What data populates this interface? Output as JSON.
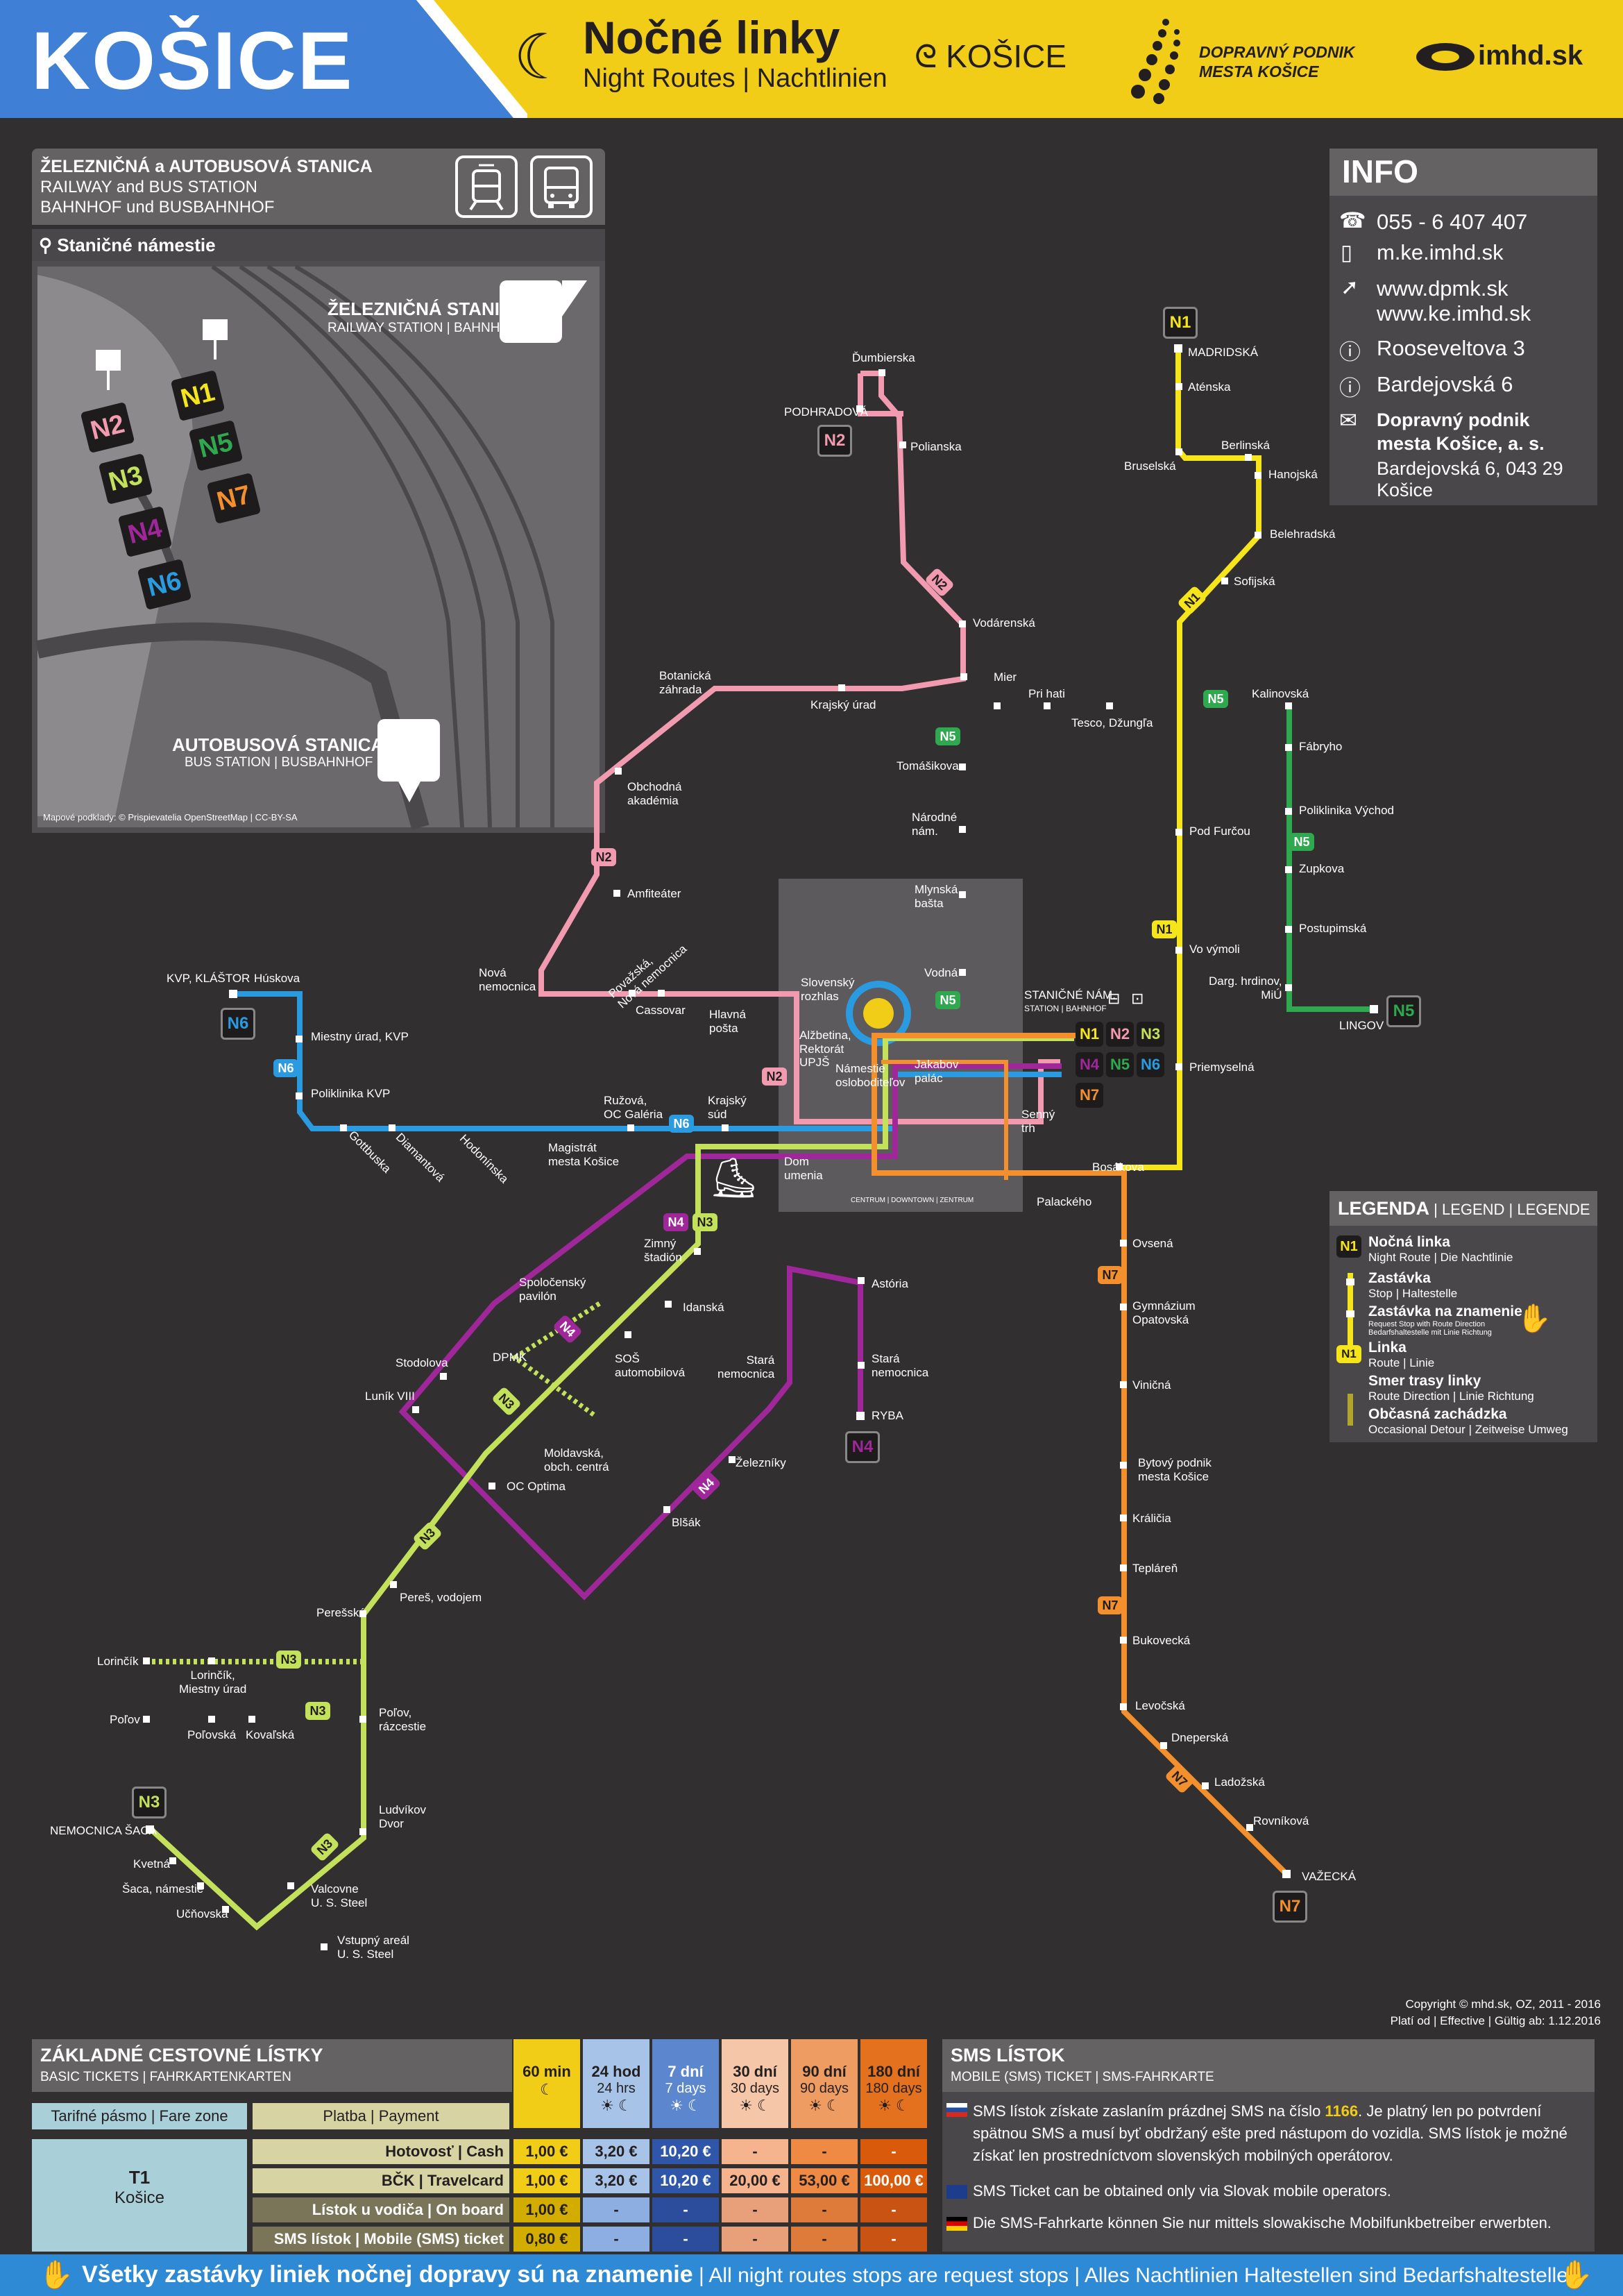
{
  "header": {
    "city": "KOŠICE",
    "title": "Nočné linky",
    "subtitle": "Night Routes | Nachtlinien",
    "logo_kosice": "KOŠICE",
    "logo_dp_line1": "DOPRAVNÝ PODNIK",
    "logo_dp_line2": "MESTA KOŠICE",
    "logo_imhd": "imhd.sk"
  },
  "station_box": {
    "title_sk": "ŽELEZNIČNÁ a AUTOBUSOVÁ STANICA",
    "title_en": "RAILWAY and BUS STATION",
    "title_de": "BAHNHOF und BUSBAHNHOF",
    "square": "Staničné námestie",
    "rail_name": "ŽELEZNIČNÁ STANICA",
    "rail_sub": "RAILWAY STATION | BAHNHOF",
    "bus_name": "AUTOBUSOVÁ STANICA",
    "bus_sub": "BUS STATION | BUSBAHNHOF",
    "credits": "Mapové podklady: © Prispievatelia OpenStreetMap | CC-BY-SA"
  },
  "info": {
    "title": "INFO",
    "phone": "055 - 6 407 407",
    "mobile": "m.ke.imhd.sk",
    "web1": "www.dpmk.sk",
    "web2": "www.ke.imhd.sk",
    "addr1": "Rooseveltova 3",
    "addr2": "Bardejovská 6",
    "company1": "Dopravný podnik",
    "company2": "mesta Košice, a. s.",
    "company3": "Bardejovská 6, 043 29 Košice"
  },
  "lines": {
    "N1": {
      "label": "N1",
      "color": "#f6e51b"
    },
    "N2": {
      "label": "N2",
      "color": "#f29bb0"
    },
    "N3": {
      "label": "N3",
      "color": "#c3e15b"
    },
    "N4": {
      "label": "N4",
      "color": "#a0279a"
    },
    "N5": {
      "label": "N5",
      "color": "#2fa84f"
    },
    "N6": {
      "label": "N6",
      "color": "#2a9be0"
    },
    "N7": {
      "label": "N7",
      "color": "#f3902d"
    }
  },
  "centrum": {
    "label": "CENTRUM | DOWNTOWN | ZENTRUM",
    "hub": "STANIČNÉ NÁM.",
    "hub_sub": "STATION | BAHNHOF"
  },
  "stops": {
    "madridska": "MADRIDSKÁ",
    "atenska": "Aténska",
    "bruselska": "Bruselská",
    "berlinska": "Berlinská",
    "hanojska": "Hanojská",
    "belehradska": "Belehradská",
    "sofijska": "Sofijská",
    "pod_furcou": "Pod Furčou",
    "vo_vymoli": "Vo výmoli",
    "priemyselna": "Priemyselná",
    "bosakova": "Bosákova",
    "palackeho": "Palackého",
    "dumbierska": "Ďumbierska",
    "podhradova": "PODHRADOVÁ",
    "polianska": "Polianska",
    "vodarenska": "Vodárenská",
    "mier": "Mier",
    "krajsky_urad": "Krajský úrad",
    "botanicka": "Botanická\nzáhrada",
    "obchodna": "Obchodná\nakadémia",
    "amfiteater": "Amfiteáter",
    "nova_nem": "Nová\nnemocnica",
    "povazska": "Považská,\nNová nemocnica",
    "cassovar": "Cassovar",
    "hlavna_posta": "Hlavná\npošta",
    "prihati": "Pri hati",
    "tesco": "Tesco, Džungľa",
    "kalinovska": "Kalinovská",
    "fabryho": "Fábryho",
    "poliklinika_vychod": "Poliklinika Východ",
    "zupkova": "Zupkova",
    "postupimska": "Postupimská",
    "darg": "Darg. hrdinov,\nMiÚ",
    "lingov": "LINGOV",
    "tomasikova": "Tomášikova",
    "narodne_nam": "Národné\nnám.",
    "mlynska": "Mlynská\nbašta",
    "vodna": "Vodná",
    "slovensky_rozhlas": "Slovenský\nrozhlas",
    "alzbetina": "Alžbetina,\nRektorát\nUPJŠ",
    "namestie_osl": "Námestie\nosloboditeľov",
    "jakabov": "Jakabov\npalác",
    "senny_trh": "Senný\ntrh",
    "dom_umenia": "Dom\numenia",
    "krajsky_sud": "Krajský\nsúd",
    "kvp": "KVP, KLÁŠTOR",
    "huskova": "Húskova",
    "miestny_urad": "Miestny úrad, KVP",
    "poliklinika_kvp": "Poliklinika KVP",
    "gottwaldova": "Gottbuska",
    "diamantova": "Diamantová",
    "hodonska": "Hodonínska",
    "magistrat": "Magistrát\nmesta Košice",
    "ruzova": "Ružová,\nOC Galéria",
    "zimny": "Zimný\nštadión",
    "idanska": "Idanská",
    "sos": "SOŠ\nautomobilová",
    "spolocensky": "Spoločenský\npavilón",
    "dpmk": "DPMK",
    "stodolova": "Stodolova",
    "lunik": "Luník VIII",
    "moldavska": "Moldavská,\nobch. centrá",
    "oc_optima": "OC Optima",
    "peresska": "Perešská",
    "peres_vodojem": "Pereš, vodojem",
    "lorincik": "Lorinčík",
    "lorincik_mu": "Lorinčík,\nMiestny úrad",
    "polov": "Poľov",
    "polovska": "Poľovská",
    "kovalska": "Kovaľská",
    "polov_razc": "Poľov,\nrázcestie",
    "ludvikov": "Ludvíkov\nDvor",
    "nemocnica_saca": "NEMOCNICA ŠACA",
    "kvetna": "Kvetná",
    "saca_nam": "Šaca, námestie",
    "ucnovska": "Učňovská",
    "valcovne": "Valcovne\nU. S. Steel",
    "vstupny": "Vstupný areál\nU. S. Steel",
    "astoria": "Astória",
    "stara_nem1": "Stará\nnemocnica",
    "stara_nem2": "Stará\nnemocnica",
    "ryba": "RYBA",
    "zeleznicky": "Železníky",
    "blsak": "Blšák",
    "ovsena": "Ovsená",
    "gymnazium": "Gymnázium\nOpatovská",
    "vinicna": "Viničná",
    "bytovy": "Bytový podnik\nmesta Košice",
    "kralicia": "Králičia",
    "tepleren": "Tepláreň",
    "bukovecka": "Bukovecká",
    "levocska": "Levočská",
    "dneperska": "Dneperská",
    "ladozska": "Ladožská",
    "rovnikova": "Rovníková",
    "vazecka": "VAŽECKÁ"
  },
  "legend": {
    "title": "LEGENDA",
    "title_rest": " | LEGEND | LEGENDE",
    "l1": "Nočná linka",
    "l1s": "Night Route | Die Nachtlinie",
    "l2": "Zastávka",
    "l2s": "Stop | Haltestelle",
    "l3": "Zastávka na znamenie",
    "l3s": "Request Stop with Route Direction",
    "l3s2": "Bedarfshaltestelle mit Linie Richtung",
    "l4": "Linka",
    "l4s": "Route | Linie",
    "l5": "Smer trasy linky",
    "l5s": "Route Direction | Linie Richtung",
    "l6": "Občasná zachádzka",
    "l6s": "Occasional Detour | Zeitweise Umweg"
  },
  "copyright": {
    "line1": "Copyright © mhd.sk, OZ, 2011 - 2016",
    "line2": "Platí od | Effective | Gültig ab: 1.12.2016"
  },
  "tickets": {
    "title": "ZÁKLADNÉ CESTOVNÉ LÍSTKY",
    "subtitle": "BASIC TICKETS | FAHRKARTENKARTEN",
    "zone_h": "Tarifné pásmo | Fare zone",
    "pay_h": "Platba | Payment",
    "zone": "T1",
    "zone2": "Košice",
    "cols": [
      {
        "h1": "60 min",
        "h2": "",
        "bg": "#f2cd17",
        "fg": "#231f20"
      },
      {
        "h1": "24 hod",
        "h2": "24 hrs",
        "bg": "#a8c3e8",
        "fg": "#231f20"
      },
      {
        "h1": "7 dní",
        "h2": "7 days",
        "bg": "#5c87cf",
        "fg": "#fff"
      },
      {
        "h1": "30 dní",
        "h2": "30 days",
        "bg": "#f5c6a7",
        "fg": "#231f20"
      },
      {
        "h1": "90 dní",
        "h2": "90 days",
        "bg": "#ef9c62",
        "fg": "#231f20"
      },
      {
        "h1": "180 dní",
        "h2": "180 days",
        "bg": "#e4711e",
        "fg": "#231f20"
      }
    ],
    "rows": [
      {
        "pay": "Hotovosť | Cash",
        "vals": [
          "1,00 €",
          "3,20 €",
          "10,20 €",
          "-",
          "-",
          "-"
        ]
      },
      {
        "pay": "BČK | Travelcard",
        "vals": [
          "1,00 €",
          "3,20 €",
          "10,20 €",
          "20,00 €",
          "53,00 €",
          "100,00 €"
        ]
      },
      {
        "pay": "Lístok u vodiča | On board",
        "vals": [
          "1,00 €",
          "-",
          "-",
          "-",
          "-",
          "-"
        ]
      },
      {
        "pay": "SMS lístok | Mobile (SMS) ticket",
        "vals": [
          "0,80 €",
          "-",
          "-",
          "-",
          "-",
          "-"
        ]
      }
    ]
  },
  "sms": {
    "title": "SMS LÍSTOK",
    "subtitle": "MOBILE (SMS) TICKET | SMS-FAHRKARTE",
    "sk1": "SMS lístok získate zaslaním prázdnej SMS na číslo ",
    "sk_num": "1166",
    "sk2": ". Je platný len po potvrdení spätnou SMS a musí byť obdržaný ešte pred nástupom do vozidla. SMS lístok je možné získať len prostredníctvom slovenských mobilných operátorov.",
    "en": "SMS Ticket can be obtained only via Slovak mobile operators.",
    "de": "Die SMS-Fahrkarte können Sie nur mittels slowakische Mobilfunkbetreiber erwerbten."
  },
  "footer": {
    "bold": "Všetky zastávky liniek nočnej dopravy sú na znamenie",
    "rest": " | All night routes stops are request stops | Alles Nachtlinien Haltestellen sind Bedarfshaltestellen"
  }
}
